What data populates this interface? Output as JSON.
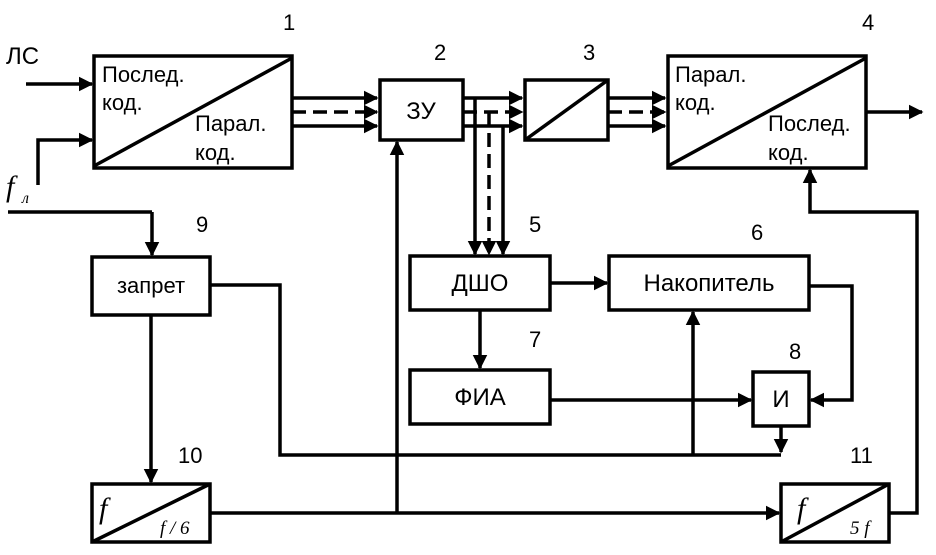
{
  "inputs": {
    "ls": "ЛС",
    "fl_main": "f",
    "fl_sub": "л"
  },
  "blocks": {
    "b1": {
      "num": "1",
      "top_line1": "Послед.",
      "top_line2": "код.",
      "bottom_line1": "Парал.",
      "bottom_line2": "код."
    },
    "b2": {
      "num": "2",
      "label": "ЗУ"
    },
    "b3": {
      "num": "3"
    },
    "b4": {
      "num": "4",
      "top_line1": "Парал.",
      "top_line2": "код.",
      "bottom_line1": "Послед.",
      "bottom_line2": "код."
    },
    "b5": {
      "num": "5",
      "label": "ДШО"
    },
    "b6": {
      "num": "6",
      "label": "Накопитель"
    },
    "b7": {
      "num": "7",
      "label": "ФИА"
    },
    "b8": {
      "num": "8",
      "label": "И"
    },
    "b9": {
      "num": "9",
      "label": "запрет"
    },
    "b10": {
      "num": "10",
      "in_label": "f",
      "out_label": "f / 6"
    },
    "b11": {
      "num": "11",
      "in_label": "f",
      "out_label": "5 f"
    }
  }
}
